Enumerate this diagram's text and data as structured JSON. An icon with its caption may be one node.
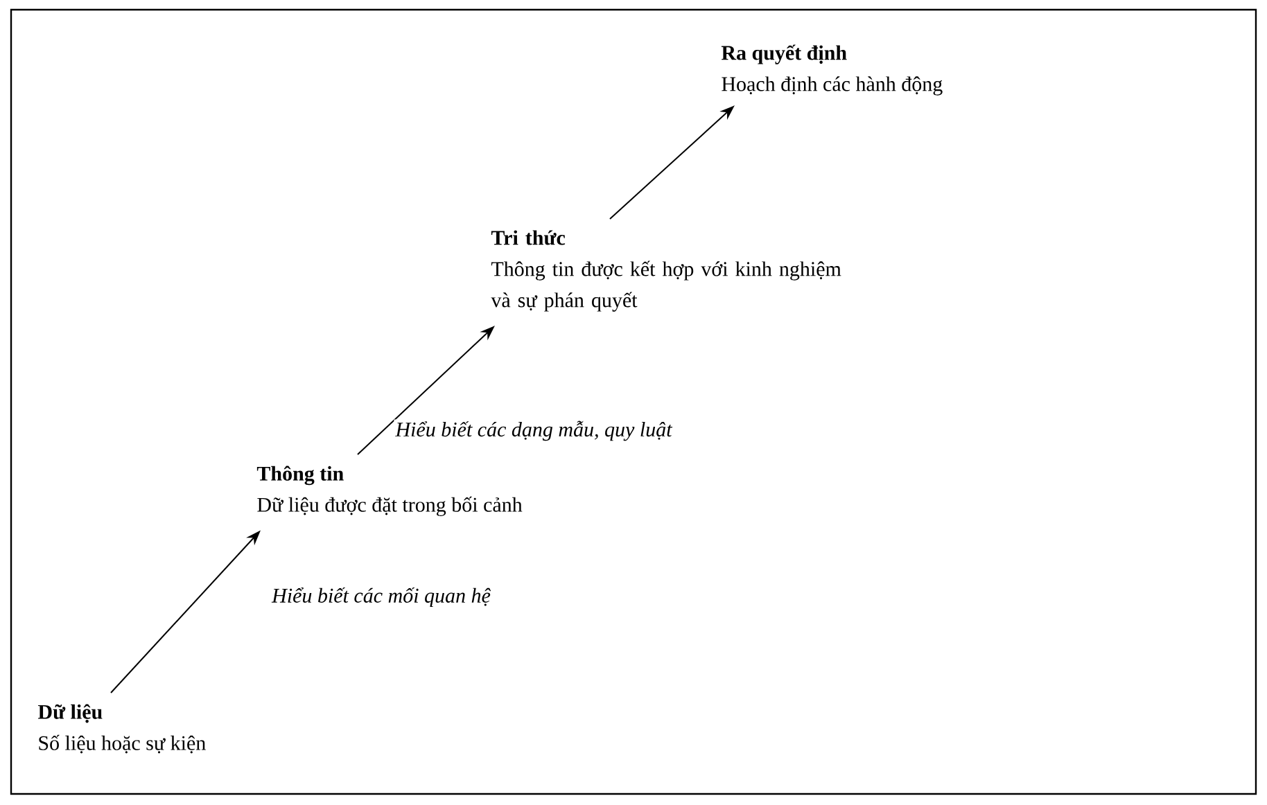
{
  "diagram": {
    "nodes": [
      {
        "text": [
          "Dữ liệu",
          "Số liệu hoặc sự kiện"
        ]
      },
      {
        "text": [
          "Thông tin",
          "Dữ liệu được đặt trong bối cảnh"
        ]
      },
      {
        "text": [
          "Tri thức",
          "Thông tin được kết hợp với kinh nghiệm và sự phán quyết"
        ]
      },
      {
        "text": [
          "Ra quyết định",
          "Hoạch định các hành động"
        ]
      }
    ],
    "edges": [
      {
        "from": 0,
        "to": 1,
        "arrow": "to",
        "label": "Hiểu biết các mối quan hệ"
      },
      {
        "from": 1,
        "to": 2,
        "arrow": "to",
        "label": "Hiểu biết các dạng mẫu, quy luật"
      },
      {
        "from": 2,
        "to": 3,
        "arrow": "to"
      }
    ]
  }
}
